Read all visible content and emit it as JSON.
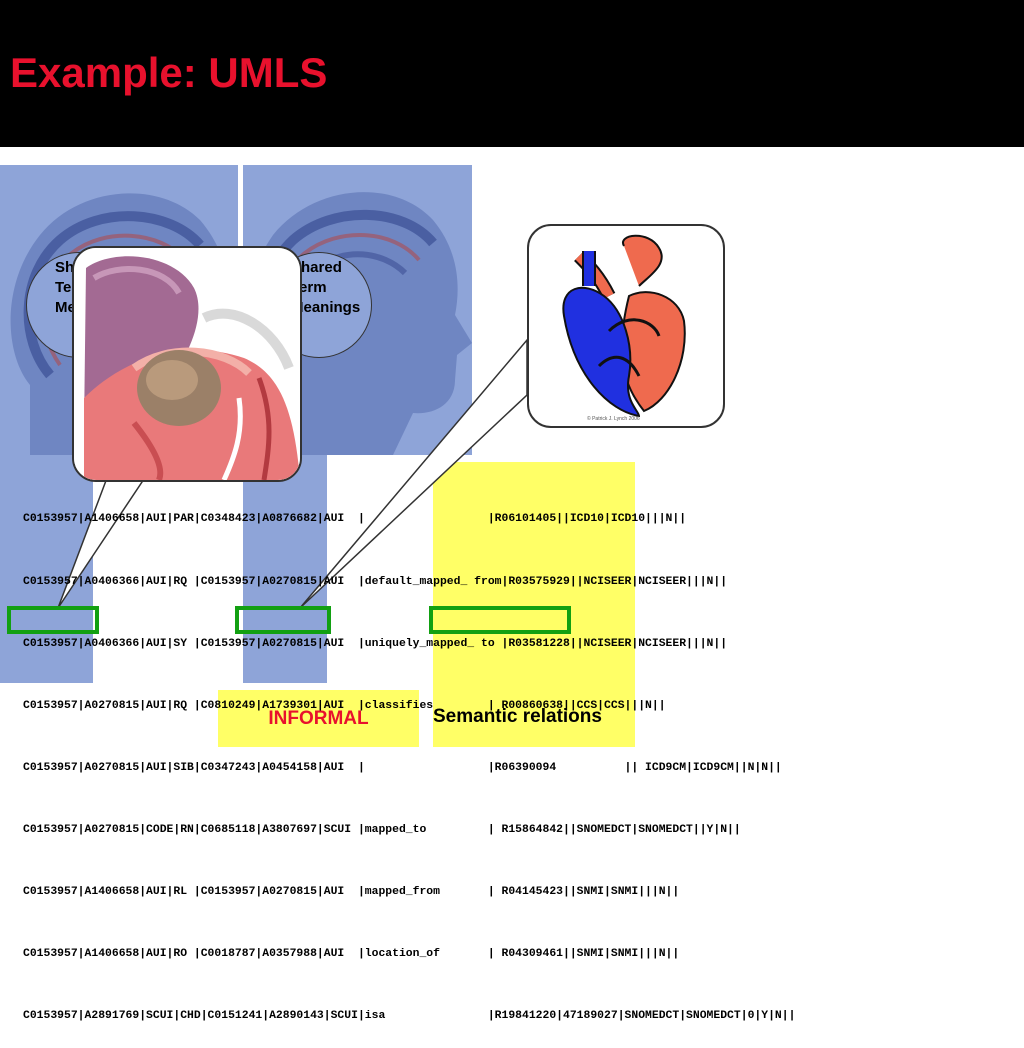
{
  "slide": {
    "title": "Example: UMLS",
    "accent_color": "#e8112d",
    "head_color": "#8ea4d8",
    "highlight_color": "#ffff66",
    "box_color": "#12a012"
  },
  "bubbles": {
    "left": [
      "Shared",
      "Term",
      "Meanings"
    ],
    "right": [
      "Shared",
      "Term",
      "Meanings"
    ]
  },
  "images": {
    "left": "tumor-cross-section-illustration",
    "right": "heart-diagram-illustration",
    "heart_credit": "© Patrick J. Lynch 2006"
  },
  "table_rows": [
    "C0153957|A1406658|AUI|PAR|C0348423|A0876682|AUI  |                  |R06101405||ICD10|ICD10|||N||",
    "C0153957|A0406366|AUI|RQ |C0153957|A0270815|AUI  |default_mapped_ from|R03575929||NCISEER|NCISEER|||N||",
    "C0153957|A0406366|AUI|SY |C0153957|A0270815|AUI  |uniquely_mapped_ to |R03581228||NCISEER|NCISEER|||N||",
    "C0153957|A0270815|AUI|RQ |C0810249|A1739301|AUI  |classifies        | R00860638||CCS|CCS|||N||",
    "C0153957|A0270815|AUI|SIB|C0347243|A0454158|AUI  |                  |R06390094          || ICD9CM|ICD9CM||N|N||",
    "C0153957|A0270815|CODE|RN|C0685118|A3807697|SCUI |mapped_to         | R15864842||SNOMEDCT|SNOMEDCT||Y|N||",
    "C0153957|A1406658|AUI|RL |C0153957|A0270815|AUI  |mapped_from       | R04145423||SNMI|SNMI|||N||",
    "C0153957|A1406658|AUI|RO |C0018787|A0357988|AUI  |location_of       | R04309461||SNMI|SNMI|||N||",
    "C0153957|A2891769|SCUI|CHD|C0151241|A2890143|SCUI|isa               |R19841220|47189027|SNOMEDCT|SNOMEDCT|0|Y|N||"
  ],
  "labels": {
    "informal": "INFORMAL",
    "semantic": "Semantic relations"
  }
}
